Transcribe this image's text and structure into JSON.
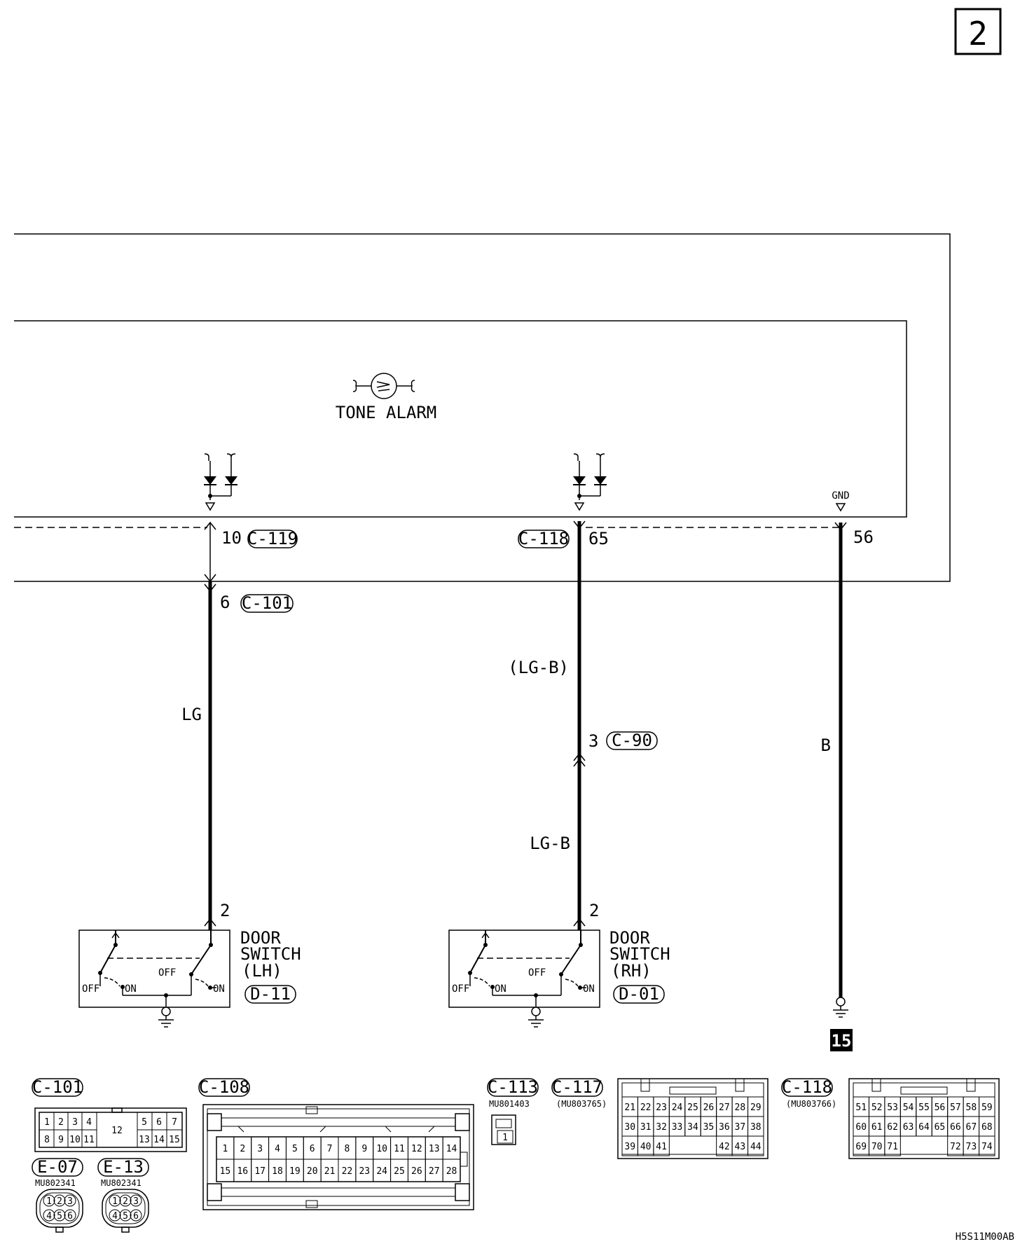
{
  "page_number": "2",
  "doc_code": "H5S11M00AB",
  "component": {
    "tone_alarm_label": "TONE ALARM",
    "gnd_label": "GND"
  },
  "wires": {
    "left": {
      "pin_top": "10",
      "conn_top": "C-119",
      "pin_mid": "6",
      "conn_mid": "C-101",
      "color": "LG",
      "pin_switch": "2"
    },
    "middle": {
      "conn_top": "C-118",
      "pin_top": "65",
      "color_upper": "(LG-B)",
      "pin_mid": "3",
      "conn_mid": "C-90",
      "color_lower": "LG-B",
      "pin_switch": "2"
    },
    "right": {
      "pin_top": "56",
      "color": "B",
      "ground_no": "15"
    }
  },
  "switches": {
    "lh": {
      "line1": "DOOR",
      "line2": "SWITCH",
      "line3": "(LH)",
      "conn": "D-11",
      "off": "OFF",
      "on": "ON"
    },
    "rh": {
      "line1": "DOOR",
      "line2": "SWITCH",
      "line3": "(RH)",
      "conn": "D-01",
      "off": "OFF",
      "on": "ON"
    }
  },
  "connectors": {
    "c101": {
      "name": "C-101",
      "row1": [
        "1",
        "2",
        "3",
        "4",
        "12",
        "5",
        "6",
        "7"
      ],
      "row2": [
        "8",
        "9",
        "10",
        "11",
        "13",
        "14",
        "15"
      ]
    },
    "c108": {
      "name": "C-108",
      "row1": [
        "1",
        "2",
        "3",
        "4",
        "5",
        "6",
        "7",
        "8",
        "9",
        "10",
        "11",
        "12",
        "13",
        "14"
      ],
      "row2": [
        "15",
        "16",
        "17",
        "18",
        "19",
        "20",
        "21",
        "22",
        "23",
        "24",
        "25",
        "26",
        "27",
        "28"
      ]
    },
    "c113": {
      "name": "C-113",
      "part": "MU801403",
      "pin": "1"
    },
    "c117": {
      "name": "C-117",
      "part": "(MU803765)",
      "row1": [
        "21",
        "22",
        "23",
        "24",
        "25",
        "26",
        "27",
        "28",
        "29"
      ],
      "row2": [
        "30",
        "31",
        "32",
        "33",
        "34",
        "35",
        "36",
        "37",
        "38"
      ],
      "row3": [
        "39",
        "40",
        "41",
        "42",
        "43",
        "44"
      ]
    },
    "c118": {
      "name": "C-118",
      "part": "(MU803766)",
      "row1": [
        "51",
        "52",
        "53",
        "54",
        "55",
        "56",
        "57",
        "58",
        "59"
      ],
      "row2": [
        "60",
        "61",
        "62",
        "63",
        "64",
        "65",
        "66",
        "67",
        "68"
      ],
      "row3": [
        "69",
        "70",
        "71",
        "72",
        "73",
        "74"
      ]
    },
    "e07": {
      "name": "E-07",
      "part": "MU802341",
      "pins": [
        "1",
        "2",
        "3",
        "4",
        "5",
        "6"
      ]
    },
    "e13": {
      "name": "E-13",
      "part": "MU802341",
      "pins": [
        "1",
        "2",
        "3",
        "4",
        "5",
        "6"
      ]
    }
  }
}
